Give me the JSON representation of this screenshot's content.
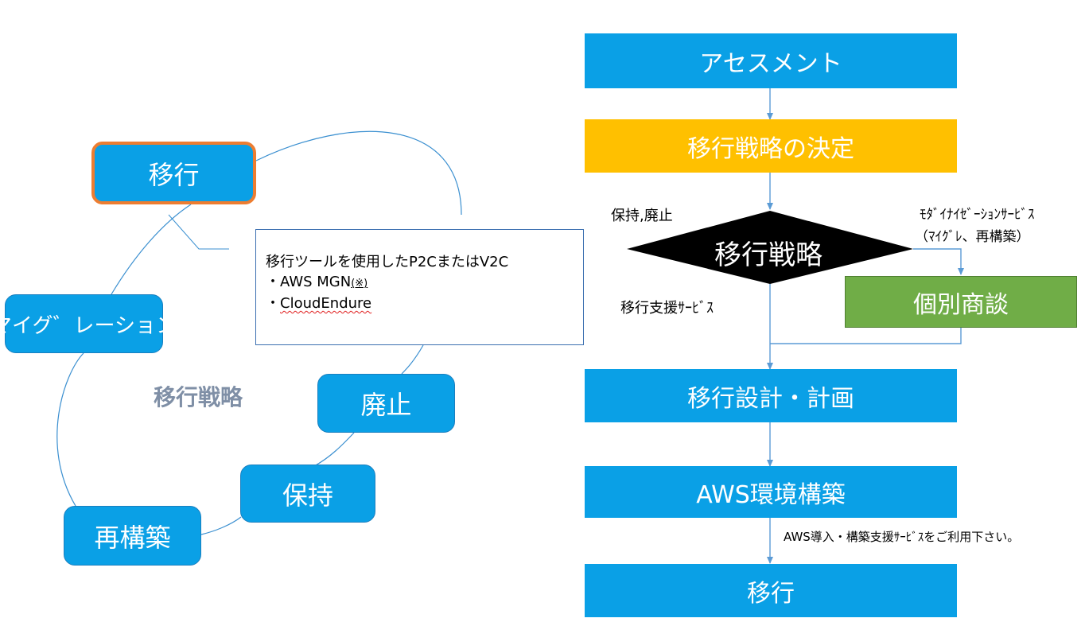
{
  "left": {
    "cycle": {
      "migrate": "移行",
      "migration": "マイグ゛レーション",
      "abolish": "廃止",
      "retain": "保持",
      "rebuild": "再構築"
    },
    "center_label": "移行戦略",
    "callout": {
      "line1": "移行ツールを使用したP2CまたはV2C",
      "bullet1_prefix": "・AWS MGN",
      "bullet1_note": "(※)",
      "bullet2_prefix": "・",
      "bullet2_text": "CloudEndure"
    }
  },
  "flow": {
    "assessment": "アセスメント",
    "strategy_decision": "移行戦略の決定",
    "strategy": "移行戦略",
    "retain_abolish": "保持,廃止",
    "modernization_line1": "ﾓﾀﾞｲﾅｲｾﾞｰｼｮﾝｻｰﾋﾞｽ",
    "modernization_line2": "（ﾏｲｸﾞﾚ、再構築）",
    "individual": "個別商談",
    "migration_support": "移行支援ｻｰﾋﾞｽ",
    "design_plan": "移行設計・計画",
    "aws_build": "AWS環境構築",
    "aws_note": "AWS導入・構築支援ｻｰﾋﾞｽをご利用下さい。",
    "migrate": "移行"
  },
  "colors": {
    "blue": "#0aa0e6",
    "orange_fill": "#ffc000",
    "orange_border": "#ed7d31",
    "green": "#70ad47",
    "diamond": "#000000",
    "center_label": "#7f8fa6",
    "connector": "#5b9bd5"
  }
}
